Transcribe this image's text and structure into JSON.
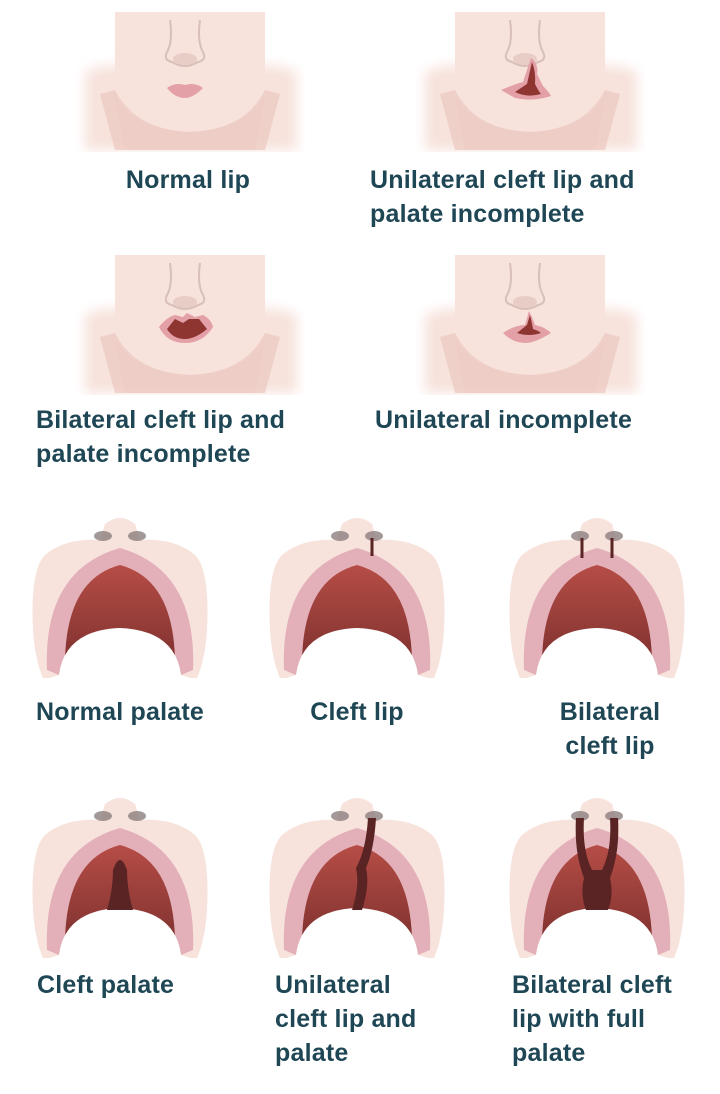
{
  "colors": {
    "text": "#1e4654",
    "skin": "#f7e2dc",
    "shadow": "#ecc9c2",
    "lip": "#e3a0a6",
    "gum": "#e3b0b9",
    "mouth_dark": "#8e3431",
    "cleft": "#5a2424"
  },
  "lips": [
    {
      "id": "normal",
      "label": [
        "Normal lip"
      ],
      "variant": "normal"
    },
    {
      "id": "unilateral-complete",
      "label": [
        "Unilateral cleft lip and",
        "palate incomplete"
      ],
      "variant": "unilateral-wide"
    },
    {
      "id": "bilateral",
      "label": [
        "Bilateral cleft lip and",
        "palate incomplete"
      ],
      "variant": "bilateral"
    },
    {
      "id": "unilateral-incomplete",
      "label": [
        "Unilateral incomplete"
      ],
      "variant": "unilateral-small"
    }
  ],
  "palates": [
    {
      "id": "normal-palate",
      "label": [
        "Normal palate"
      ],
      "variant": "normal"
    },
    {
      "id": "cleft-lip",
      "label": [
        "Cleft lip"
      ],
      "variant": "cleft-lip"
    },
    {
      "id": "bilateral-cleft-lip",
      "label": [
        "Bilateral",
        "cleft lip"
      ],
      "variant": "bilateral-lip"
    },
    {
      "id": "cleft-palate",
      "label": [
        "Cleft palate"
      ],
      "variant": "cleft-palate"
    },
    {
      "id": "unilateral-cleft-lip-palate",
      "label": [
        "Unilateral",
        "cleft lip and",
        "palate"
      ],
      "variant": "unilateral-full"
    },
    {
      "id": "bilateral-cleft-lip-full-palate",
      "label": [
        "Bilateral cleft",
        "lip with full",
        "palate"
      ],
      "variant": "bilateral-full"
    }
  ]
}
